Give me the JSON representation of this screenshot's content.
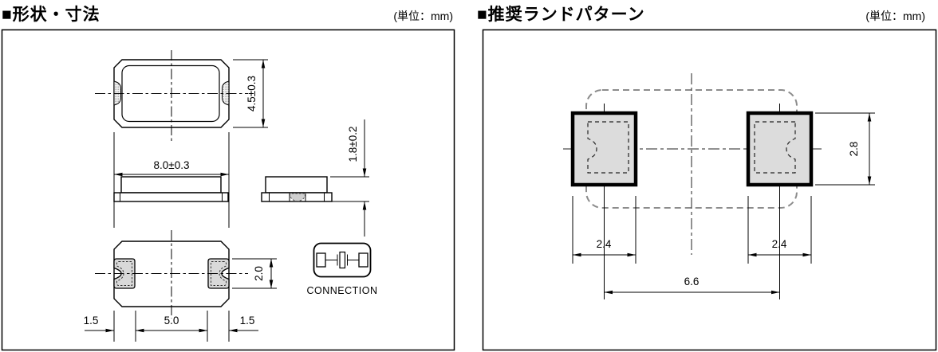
{
  "panels": {
    "left": {
      "title": "■形状・寸法",
      "units": "(単位：mm)",
      "dimensions": {
        "body_width": "8.0±0.3",
        "body_height": "4.5±0.3",
        "body_thickness": "1.8±0.2",
        "electrode_height": "2.0",
        "electrode_width_left": "1.5",
        "electrode_gap": "5.0",
        "electrode_width_right": "1.5"
      },
      "connection_label": "CONNECTION"
    },
    "right": {
      "title": "■推奨ランドパターン",
      "units": "(単位：mm)",
      "dimensions": {
        "land_width_left": "2.4",
        "land_width_right": "2.4",
        "land_pitch": "6.6",
        "land_height": "2.8"
      }
    }
  },
  "colors": {
    "line": "#000000",
    "pad_fill": "#dcdcdc",
    "outline_dashed": "#8c8c8c"
  }
}
